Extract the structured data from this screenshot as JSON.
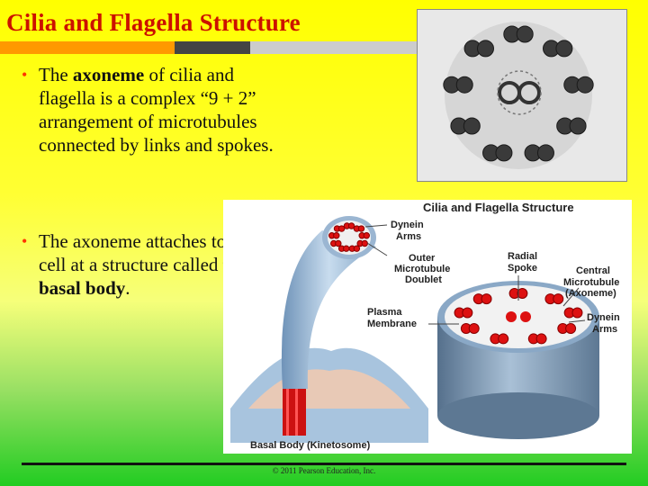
{
  "slide": {
    "title": "Cilia and Flagella Structure",
    "bullet_marker": "•",
    "bullet_1": {
      "text_a": "The ",
      "bold_a": "axoneme",
      "text_b": " of cilia and flagella is a complex “9 + 2” arrangement of microtubules connected by links and spokes."
    },
    "bullet_2": {
      "text_a": "The axoneme attaches to the cell at a structure called the ",
      "bold_a": "basal body",
      "text_b": "."
    },
    "copyright": "© 2011 Pearson Education, Inc."
  },
  "figure": {
    "title": "Cilia and Flagella Structure",
    "labels": {
      "dynein_arms_1_line1": "Dynein",
      "dynein_arms_1_line2": "Arms",
      "outer_line1": "Outer",
      "outer_line2": "Microtubule",
      "outer_line3": "Doublet",
      "radial_line1": "Radial",
      "radial_line2": "Spoke",
      "central_line1": "Central",
      "central_line2": "Microtubule",
      "central_line3": "(Axoneme)",
      "plasma_line1": "Plasma",
      "plasma_line2": "Membrane",
      "dynein_arms_2_line1": "Dynein",
      "dynein_arms_2_line2": "Arms",
      "basal_body": "Basal Body (Kinetosome)"
    }
  },
  "colors": {
    "title": "#cc1100",
    "bullet": "#ff3300",
    "bar_orange": "#ff9900",
    "bar_dark": "#444444",
    "bar_gray": "#cccccc",
    "microtubule": "#dd1111",
    "membrane": "#a8c4de"
  }
}
